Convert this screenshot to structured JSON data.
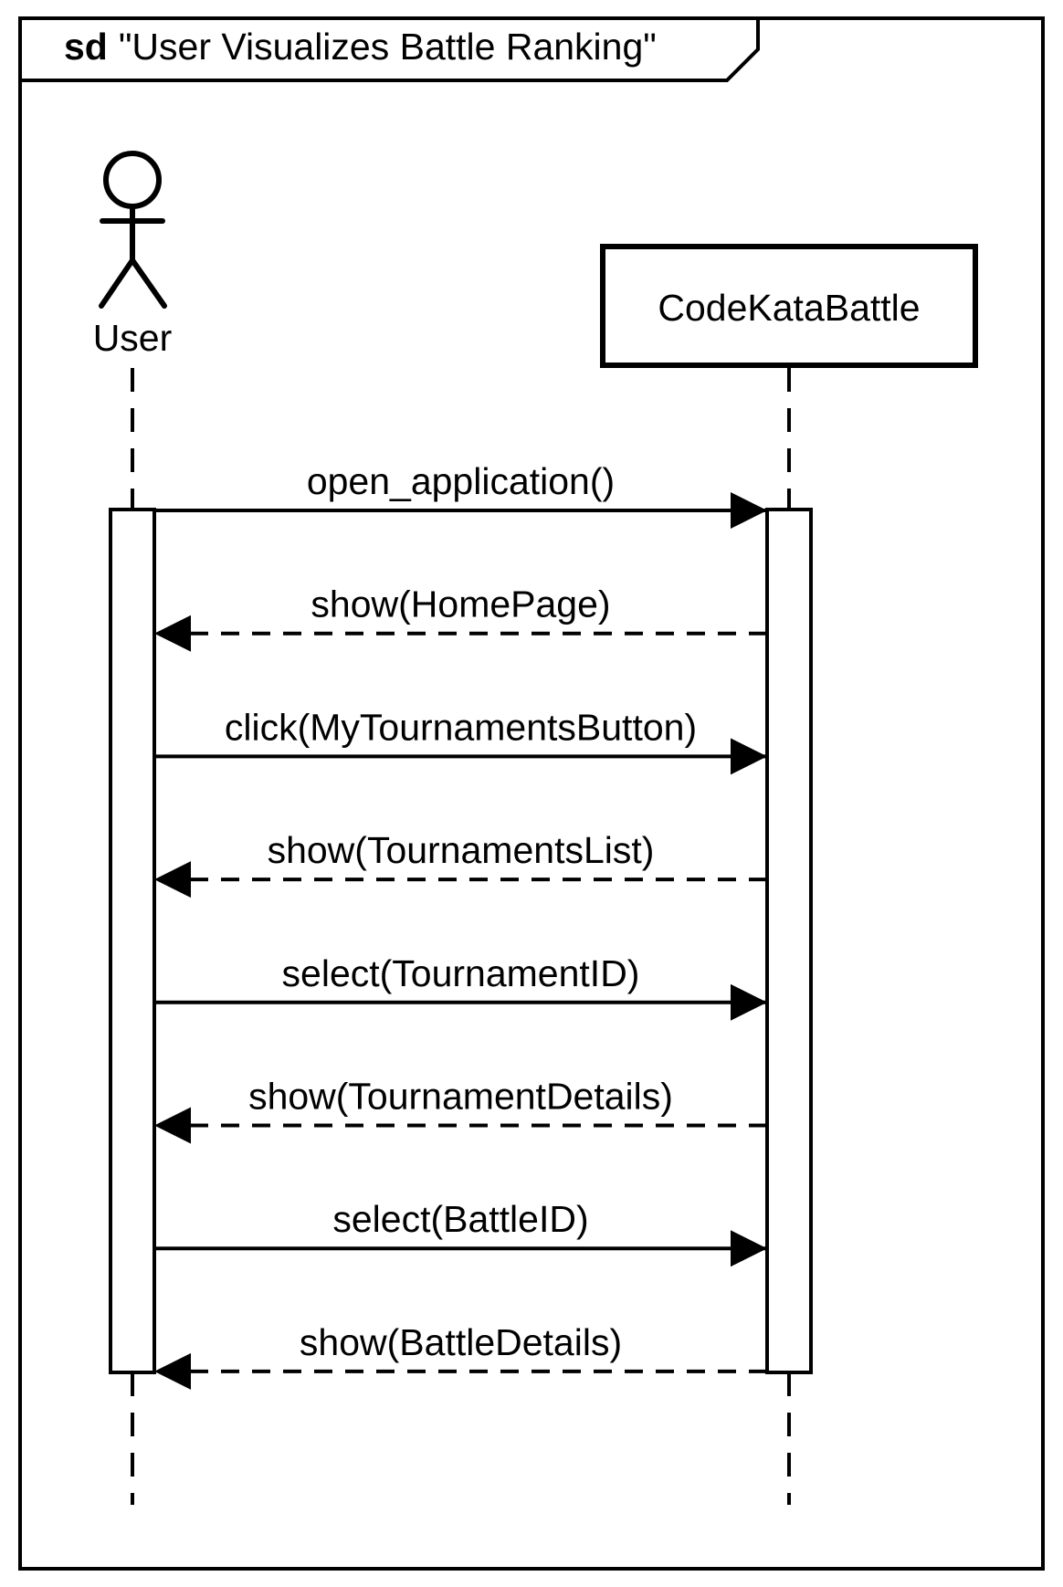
{
  "frame": {
    "keyword": "sd",
    "title": "\"User Visualizes Battle Ranking\""
  },
  "actor": {
    "name": "User",
    "icon": "stick-figure-icon"
  },
  "participant": {
    "name": "CodeKataBattle"
  },
  "messages": [
    {
      "label": "open_application()",
      "kind": "call"
    },
    {
      "label": "show(HomePage)",
      "kind": "return"
    },
    {
      "label": "click(MyTournamentsButton)",
      "kind": "call"
    },
    {
      "label": "show(TournamentsList)",
      "kind": "return"
    },
    {
      "label": "select(TournamentID)",
      "kind": "call"
    },
    {
      "label": "show(TournamentDetails)",
      "kind": "return"
    },
    {
      "label": "select(BattleID)",
      "kind": "call"
    },
    {
      "label": "show(BattleDetails)",
      "kind": "return"
    }
  ],
  "colors": {
    "stroke": "#000000",
    "background": "#ffffff"
  }
}
